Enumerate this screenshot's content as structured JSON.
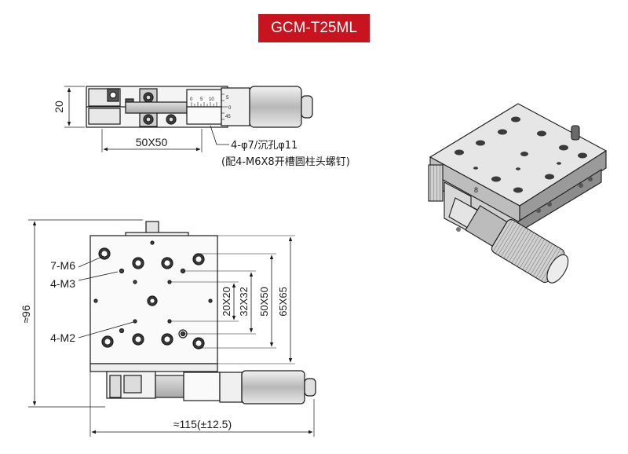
{
  "title": "GCM-T25ML",
  "side_view": {
    "height_label": "20",
    "width_label": "50X50",
    "hole_note": "4-φ7/沉孔φ11",
    "screw_note": "(配4-M6X8开槽圆柱头螺钉)",
    "scale_top": [
      "0",
      "5",
      "10"
    ],
    "scale_side": [
      "5",
      "0",
      "45"
    ]
  },
  "top_view": {
    "labels": {
      "m6": "7-M6",
      "m3": "4-M3",
      "m2": "4-M2"
    },
    "dims": {
      "height_total": "≈96",
      "width_total": "≈115(±12.5)",
      "d1": "20X20",
      "d2": "32X32",
      "d3": "50X50",
      "d4": "65X65"
    }
  },
  "iso_view": {
    "marking": "8"
  },
  "colors": {
    "title_bg": "#c8141e",
    "line": "#1a1a1a"
  }
}
